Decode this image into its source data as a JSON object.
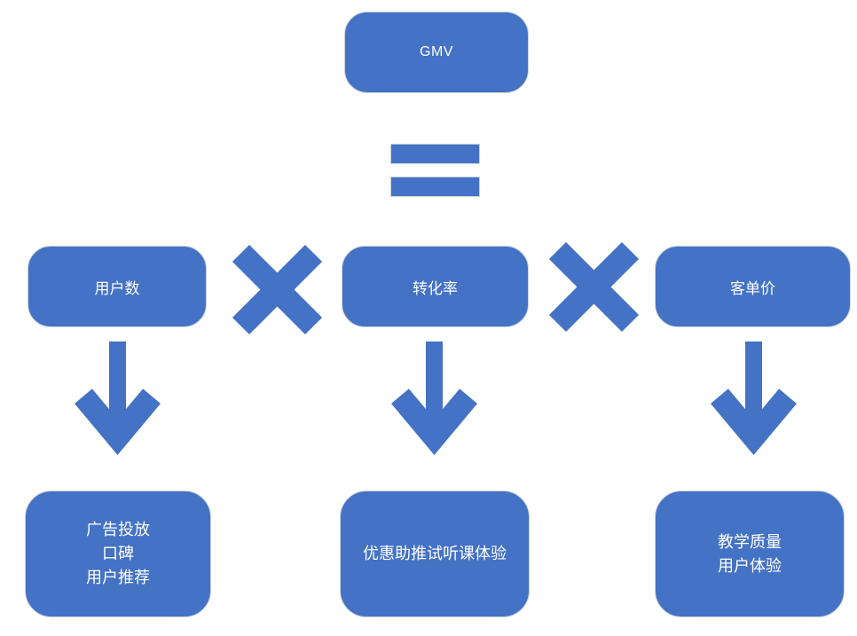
{
  "diagram": {
    "background": "#ffffff",
    "shape_fill": "#4472C4",
    "shape_border": "#ccd3de",
    "text_color": "#ffffff",
    "result_box": {
      "label": "GMV"
    },
    "operators": {
      "equals": {
        "icon": "equals-icon",
        "symbol": "="
      },
      "multiply": {
        "icon": "multiply-icon",
        "symbol": "×"
      }
    },
    "arrow_icon": "down-arrow-icon",
    "factors": [
      {
        "label": "用户数",
        "drivers": [
          "广告投放",
          "口碑",
          "用户推荐"
        ]
      },
      {
        "label": "转化率",
        "drivers": [
          "优惠助推试听课体验"
        ]
      },
      {
        "label": "客单价",
        "drivers": [
          "教学质量",
          "用户体验"
        ]
      }
    ]
  }
}
